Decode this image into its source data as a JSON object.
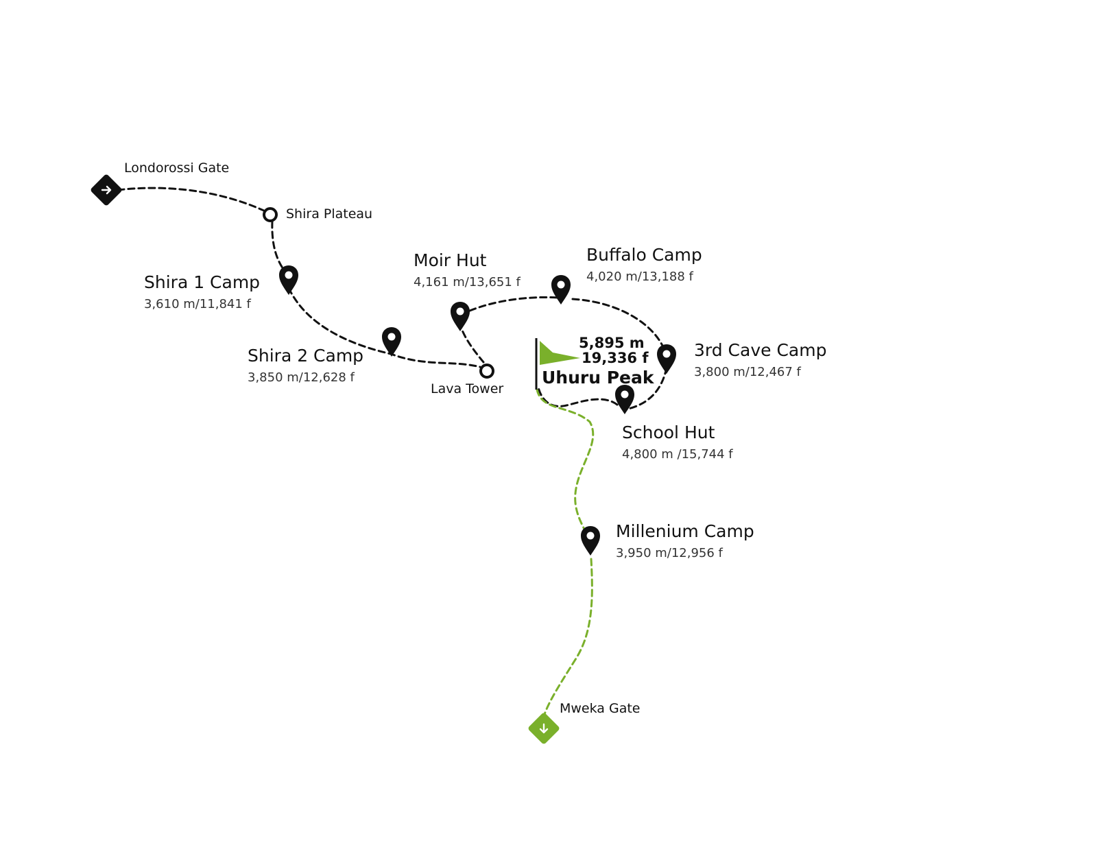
{
  "colors": {
    "route": "#111111",
    "descent": "#7ab02b",
    "marker": "#111111",
    "background": "#ffffff"
  },
  "icons": {
    "start": "arrow-right-icon",
    "end": "arrow-down-icon",
    "camp": "map-pin-icon",
    "waypoint": "ring-icon",
    "summit": "flag-icon"
  },
  "start_gate": {
    "name": "Londorossi Gate"
  },
  "end_gate": {
    "name": "Mweka Gate"
  },
  "waypoints": [
    {
      "name": "Shira Plateau"
    },
    {
      "name": "Lava Tower"
    }
  ],
  "camps": [
    {
      "name": "Shira 1 Camp",
      "altitude": "3,610 m/11,841 f"
    },
    {
      "name": "Shira 2 Camp",
      "altitude": "3,850 m/12,628 f"
    },
    {
      "name": "Moir Hut",
      "altitude": "4,161 m/13,651 f"
    },
    {
      "name": "Buffalo Camp",
      "altitude": "4,020 m/13,188 f"
    },
    {
      "name": "3rd Cave Camp",
      "altitude": "3,800 m/12,467 f"
    },
    {
      "name": "School Hut",
      "altitude": "4,800 m /15,744 f"
    },
    {
      "name": "Millenium Camp",
      "altitude": "3,950 m/12,956 f"
    }
  ],
  "summit": {
    "name": "Uhuru Peak",
    "altitude_m": "5,895 m",
    "altitude_f": "19,336 f"
  }
}
